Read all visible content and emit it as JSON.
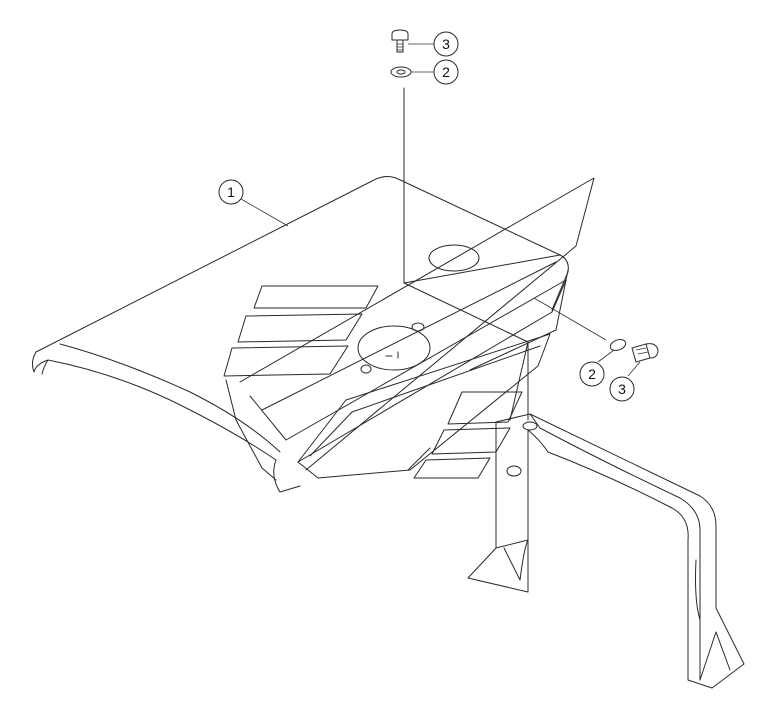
{
  "diagram": {
    "type": "exploded parts diagram",
    "line_color": "#2a2a2a",
    "background": "#ffffff",
    "parts": [
      {
        "id": "hood",
        "callout": "1"
      },
      {
        "id": "washer",
        "callout": "2"
      },
      {
        "id": "bolt",
        "callout": "3"
      }
    ],
    "callouts": {
      "top_bolt": "3",
      "top_washer": "2",
      "hood": "1",
      "side_washer": "2",
      "side_bolt": "3"
    }
  }
}
